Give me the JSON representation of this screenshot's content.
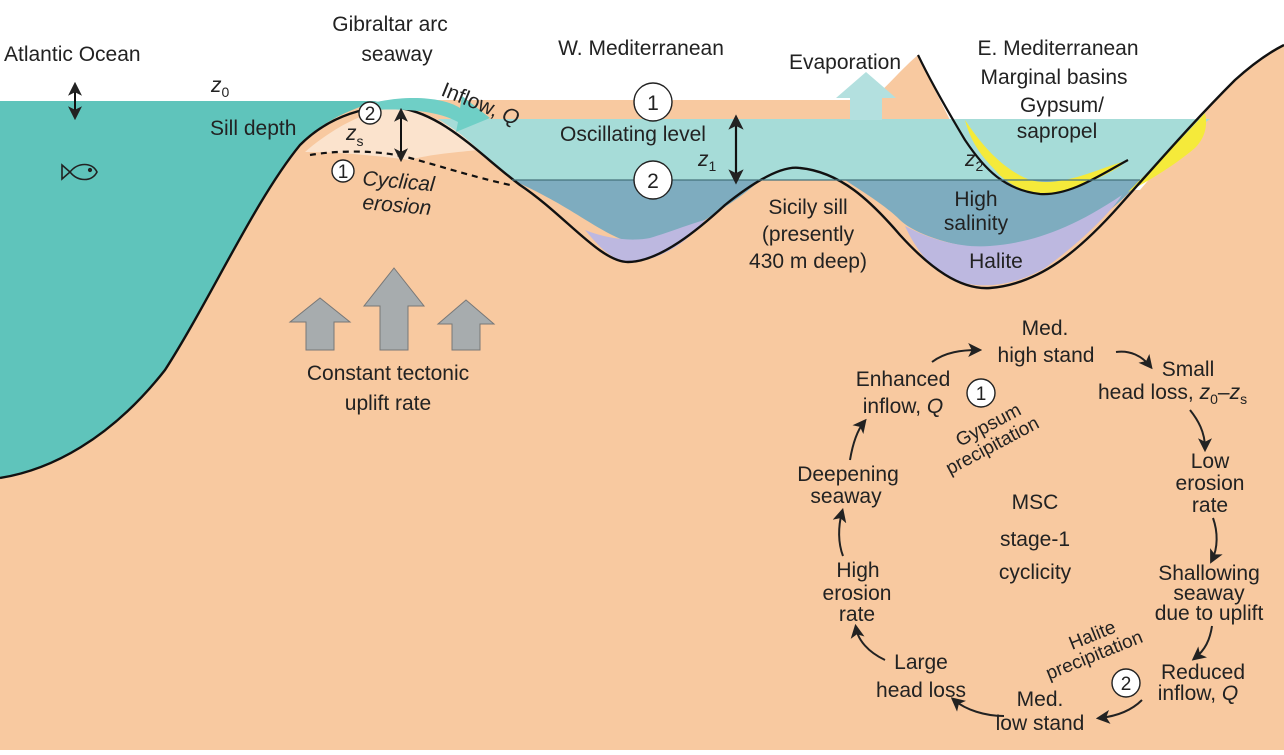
{
  "colors": {
    "land": "#f8c9a0",
    "atlantic": "#5fc4bb",
    "med_upper": "#a6dcd8",
    "med_lower": "#7eacbf",
    "halite": "#bdb8e0",
    "gypsum": "#f5ea3a",
    "eroded": "#fbe3cd",
    "arrow_grey": "#a7acae",
    "evap_arrow": "#b3e0df",
    "flow_arrow": "#6fcfc6"
  },
  "labels": {
    "atlantic": "Atlantic Ocean",
    "gibraltar_1": "Gibraltar arc",
    "gibraltar_2": "seaway",
    "w_med": "W. Mediterranean",
    "evaporation": "Evaporation",
    "e_med_1": "E. Mediterranean",
    "e_med_2": "Marginal basins",
    "gypsum_1": "Gypsum/",
    "gypsum_2": "sapropel",
    "z0": "z",
    "z0_sub": "0",
    "inflow": "Inflow, ",
    "inflow_q": "Q",
    "sill_depth": "Sill depth",
    "zs": "z",
    "zs_sub": "s",
    "oscillating": "Oscillating level",
    "z1": "z",
    "z1_sub": "1",
    "z2": "z",
    "z2_sub": "2",
    "cyclical": "Cyclical",
    "erosion": "erosion",
    "high_salinity_1": "High",
    "high_salinity_2": "salinity",
    "sicily_1": "Sicily sill",
    "sicily_2": "(presently",
    "sicily_3": "430 m deep)",
    "halite": "Halite",
    "tectonic_1": "Constant tectonic",
    "tectonic_2": "uplift rate"
  },
  "markers": {
    "one": "1",
    "two": "2"
  },
  "cycle": {
    "center_1": "MSC",
    "center_2": "stage-1",
    "center_3": "cyclicity",
    "high_stand_1": "Med.",
    "high_stand_2": "high stand",
    "small_loss_1": "Small",
    "small_loss_2": "head loss, ",
    "small_loss_z0": "z",
    "small_loss_0": "0",
    "small_loss_dash": "–",
    "small_loss_zs": "z",
    "small_loss_s": "s",
    "low_erosion_1": "Low",
    "low_erosion_2": "erosion",
    "low_erosion_3": "rate",
    "shallowing_1": "Shallowing",
    "shallowing_2": "seaway",
    "shallowing_3": "due to uplift",
    "reduced_1": "Reduced",
    "reduced_2": "inflow, ",
    "reduced_q": "Q",
    "low_stand_1": "Med.",
    "low_stand_2": "low stand",
    "large_loss_1": "Large",
    "large_loss_2": "head loss",
    "high_erosion_1": "High",
    "high_erosion_2": "erosion",
    "high_erosion_3": "rate",
    "deepening_1": "Deepening",
    "deepening_2": "seaway",
    "enhanced_1": "Enhanced",
    "enhanced_2": "inflow, ",
    "enhanced_q": "Q",
    "gypsum_precip_1": "Gypsum",
    "gypsum_precip_2": "precipitation",
    "halite_precip_1": "Halite",
    "halite_precip_2": "precipitation"
  }
}
